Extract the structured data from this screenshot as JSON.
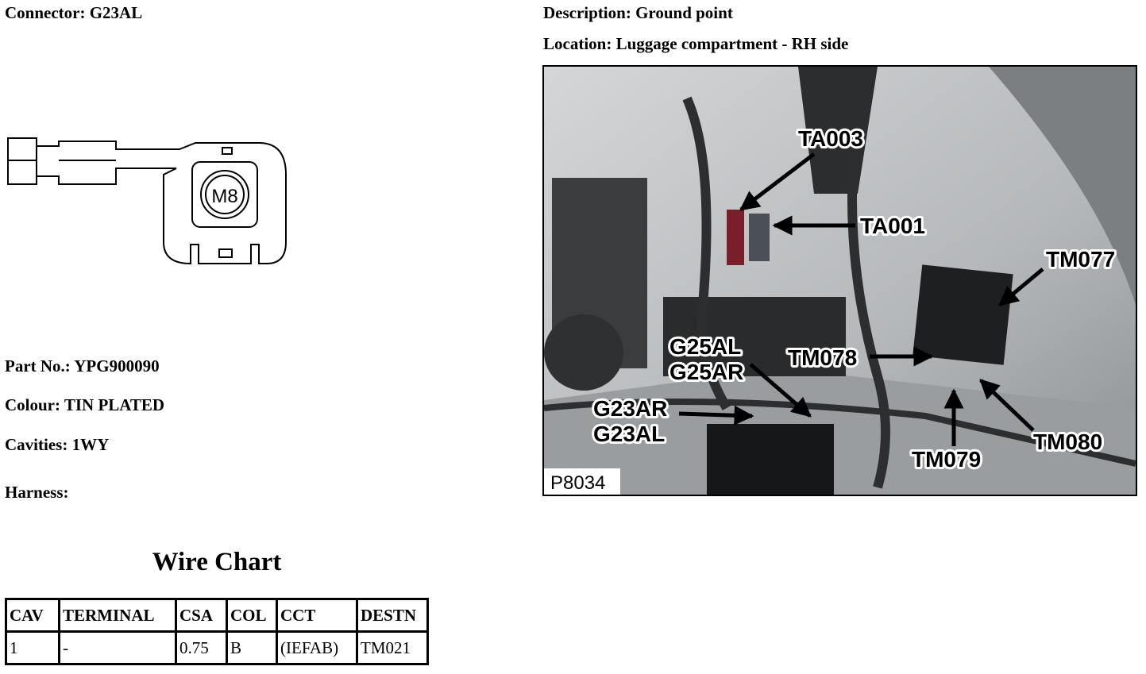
{
  "connector": {
    "label": "Connector: G23AL"
  },
  "symbol": {
    "stud_size": "M8"
  },
  "details": {
    "part_no": "Part No.: YPG900090",
    "colour": "Colour: TIN PLATED",
    "cavities": "Cavities: 1WY",
    "harness": "Harness:"
  },
  "description": "Description: Ground point",
  "location": "Location: Luggage compartment - RH side",
  "photo": {
    "id": "P8034",
    "callouts": [
      "TA003",
      "TA001",
      "TM077",
      "G25AL",
      "G25AR",
      "TM078",
      "G23AR",
      "G23AL",
      "TM080",
      "TM079"
    ]
  },
  "wire_chart": {
    "title": "Wire Chart",
    "headers": [
      "CAV",
      "TERMINAL",
      "CSA",
      "COL",
      "CCT",
      "DESTN"
    ],
    "rows": [
      [
        "1",
        "-",
        "0.75",
        "B",
        "(IEFAB)",
        "TM021"
      ]
    ]
  }
}
